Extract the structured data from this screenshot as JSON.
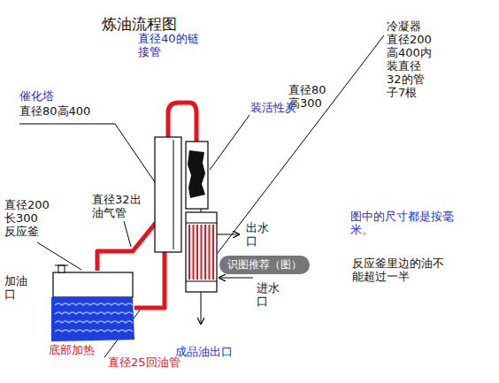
{
  "diagram": {
    "title": "炼油流程图",
    "labels": [
      "催化塔",
      "直径80高400",
      "直径40的链 接管",
      "直径80 高300",
      "装活性炭",
      "冷凝器 直径200 高400内 装直径 32的管 子7根",
      "图中的尺寸都是按毫 米。",
      "直径200 长300 反应釜",
      "直径32出 油气管",
      "出水 口",
      "识图推荐（图）",
      "反应釜里边的油不 能超过一半",
      "进水 口",
      "加油 口",
      "底部加热",
      "直径25回油管",
      "成品油出口"
    ]
  }
}
